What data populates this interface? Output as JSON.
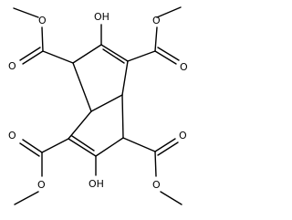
{
  "molecule": {
    "hydroxyl_labels": [
      "OH",
      "OH"
    ],
    "ester_groups": [
      {
        "carbonyl_oxygen": "O",
        "ether_oxygen": "O"
      },
      {
        "carbonyl_oxygen": "O",
        "ether_oxygen": "O"
      },
      {
        "carbonyl_oxygen": "O",
        "ether_oxygen": "O"
      },
      {
        "carbonyl_oxygen": "O",
        "ether_oxygen": "O"
      }
    ]
  }
}
